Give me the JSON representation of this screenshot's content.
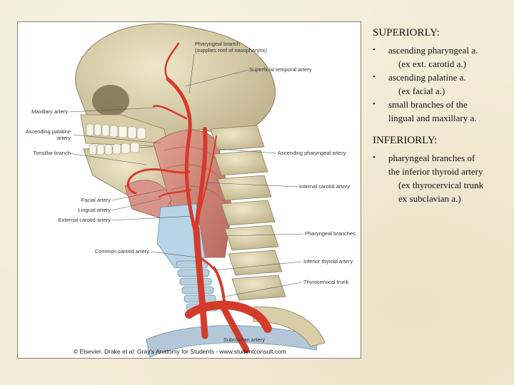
{
  "figure": {
    "labels": {
      "pharyngeal_branch": "Pharyngeal branch",
      "pharyngeal_branch_note": "(supplies roof of nasopharynx)",
      "superficial_temporal": "Superficial temporal artery",
      "maxillary": "Maxillary artery",
      "ascending_palatine_1": "Ascending palatine",
      "ascending_palatine_2": "artery",
      "tonsillar": "Tonsillar branch",
      "ascending_pharyngeal": "Ascending pharyngeal artery",
      "internal_carotid": "Internal carotid artery",
      "facial": "Facial artery",
      "lingual": "Lingual artery",
      "external_carotid": "External carotid artery",
      "pharyngeal_branches": "Pharyngeal branches",
      "common_carotid": "Common carotid artery",
      "inferior_thyroid": "Inferior thyroid artery",
      "thyrocervical": "Thyrocervical trunk",
      "subclavian": "Subclavian artery"
    },
    "credit": "© Elsevier. Drake et al: Gray's Anatomy for Students - www.studentconsult.com"
  },
  "text": {
    "superiorly": {
      "heading": "SUPERIORLY:",
      "items": [
        {
          "line1": "ascending pharyngeal a.",
          "line2": "(ex ext. carotid a.)"
        },
        {
          "line1": "ascending palatine a.",
          "line2": "(ex facial a.)"
        },
        {
          "line1": "small branches of the",
          "line2": "lingual and maxillary a."
        }
      ]
    },
    "inferiorly": {
      "heading": "INFERIORLY:",
      "items": [
        {
          "line1": "pharyngeal branches of",
          "line2": "the inferior thyroid artery",
          "line3": "(ex thyrocervical trunk",
          "line4": "ex subclavian a.)"
        }
      ]
    }
  }
}
